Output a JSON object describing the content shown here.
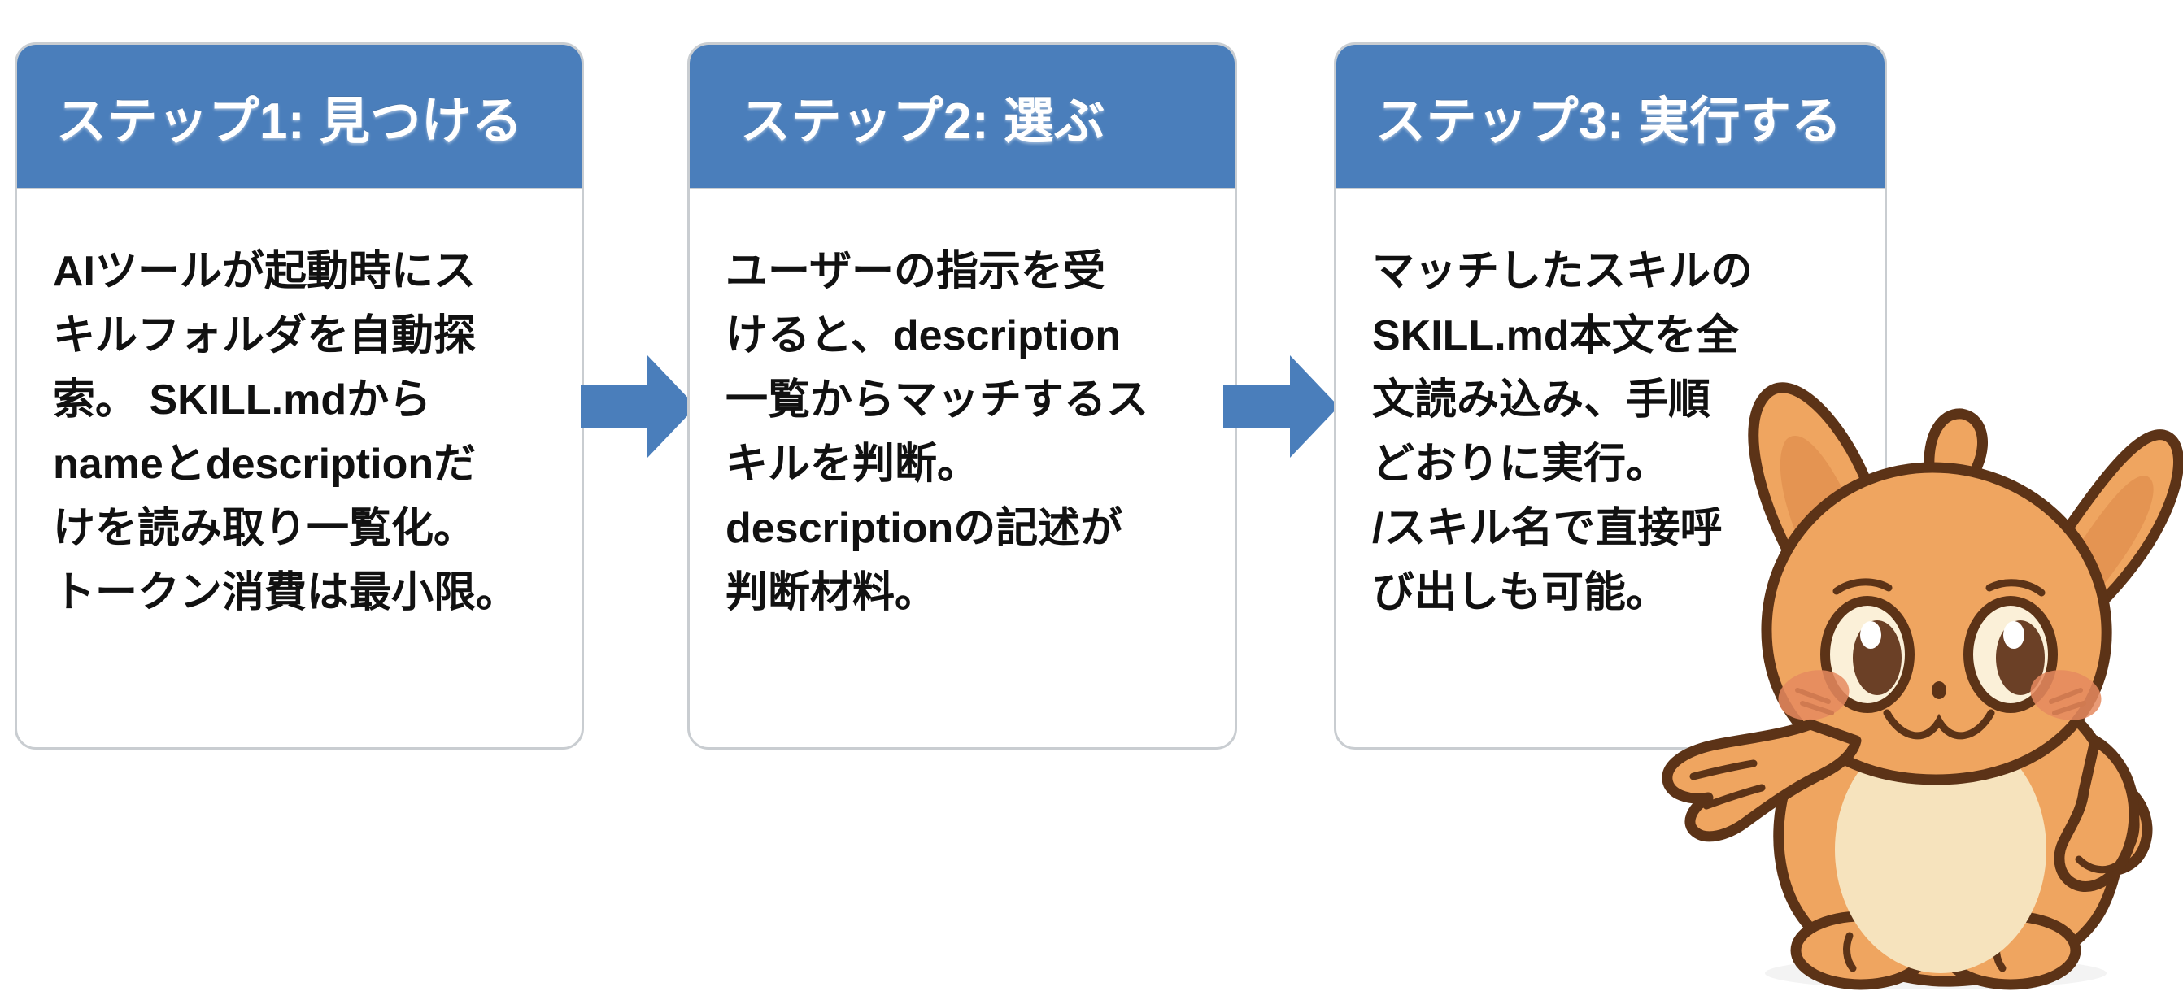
{
  "page": {
    "background_color": "#ffffff",
    "title": "Claude Skills: 3 step flow"
  },
  "theme": {
    "header_blue": "#4a7ebb",
    "arrow_blue": "#4a7ebb",
    "card_border": "#c9cdd1",
    "card_background": "#ffffff",
    "body_text_color": "#111111",
    "header_text_color": "#ffffff",
    "mascot_body": "#efa560",
    "mascot_outline": "#5c3317",
    "mascot_belly": "#f6e3bd",
    "mascot_cheek": "#e58a5f",
    "mascot_eye_white": "#fbf0d8",
    "mascot_iris": "#6b4026"
  },
  "cards": [
    {
      "id": "step-1",
      "header": "ステップ1: 見つける",
      "body_lines": [
        "AIツールが起動時にス",
        "キルフォルダを自動探",
        "索。 SKILL.mdから",
        "nameとdescriptionだ",
        "けを読み取り一覧化。",
        "トークン消費は最小限。"
      ]
    },
    {
      "id": "step-2",
      "header": "ステップ2: 選ぶ",
      "body_lines": [
        "ユーザーの指示を受",
        "けると、description",
        "一覧からマッチするス",
        "キルを判断。",
        "descriptionの記述が",
        "判断材料。"
      ]
    },
    {
      "id": "step-3",
      "header": "ステップ3: 実行する",
      "body_lines": [
        "マッチしたスキルの",
        "SKILL.md本文を全",
        "文読み込み、手順",
        "どおりに実行。",
        "/スキル名で直接呼",
        "び出しも可能。"
      ]
    }
  ],
  "arrows": [
    {
      "id": "arrow-step1-to-step2",
      "direction": "right",
      "icon": "right-arrow-icon"
    },
    {
      "id": "arrow-step2-to-step3",
      "direction": "right",
      "icon": "right-arrow-icon"
    }
  ],
  "mascot": {
    "icon": "mascot-character-icon",
    "description": "オレンジ色のキャラクターが手を振っている",
    "pose": "waving"
  }
}
